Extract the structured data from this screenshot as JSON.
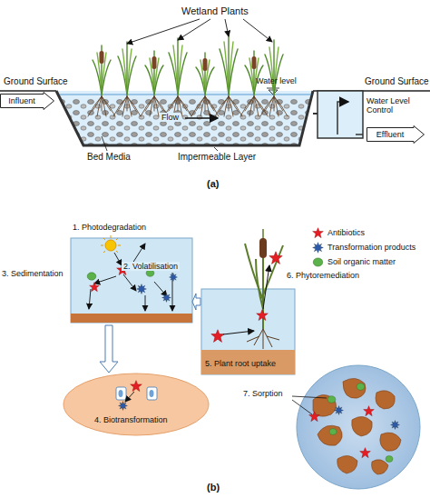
{
  "diagram": {
    "nodes": [
      {
        "text": [
          "Influent"
        ]
      },
      {
        "text": [
          "Effluent"
        ]
      }
    ],
    "labels": [
      "Wetland Plants",
      "Ground Surface",
      "Water level",
      "Ground Surface",
      "Water Level Control",
      "Flow",
      "Bed Media",
      "Impermeable Layer",
      "(a)",
      "1. Photodegradation",
      "2. Volatilisation",
      "3. Sedimentation",
      "6. Phytoremediation",
      "5. Plant root uptake",
      "4. Biotransformation",
      "7. Sorption",
      "(b)"
    ],
    "legend": [
      {
        "text": "Antibiotics"
      },
      {
        "text": "Transformation products"
      },
      {
        "text": "Soil organic matter"
      }
    ]
  }
}
